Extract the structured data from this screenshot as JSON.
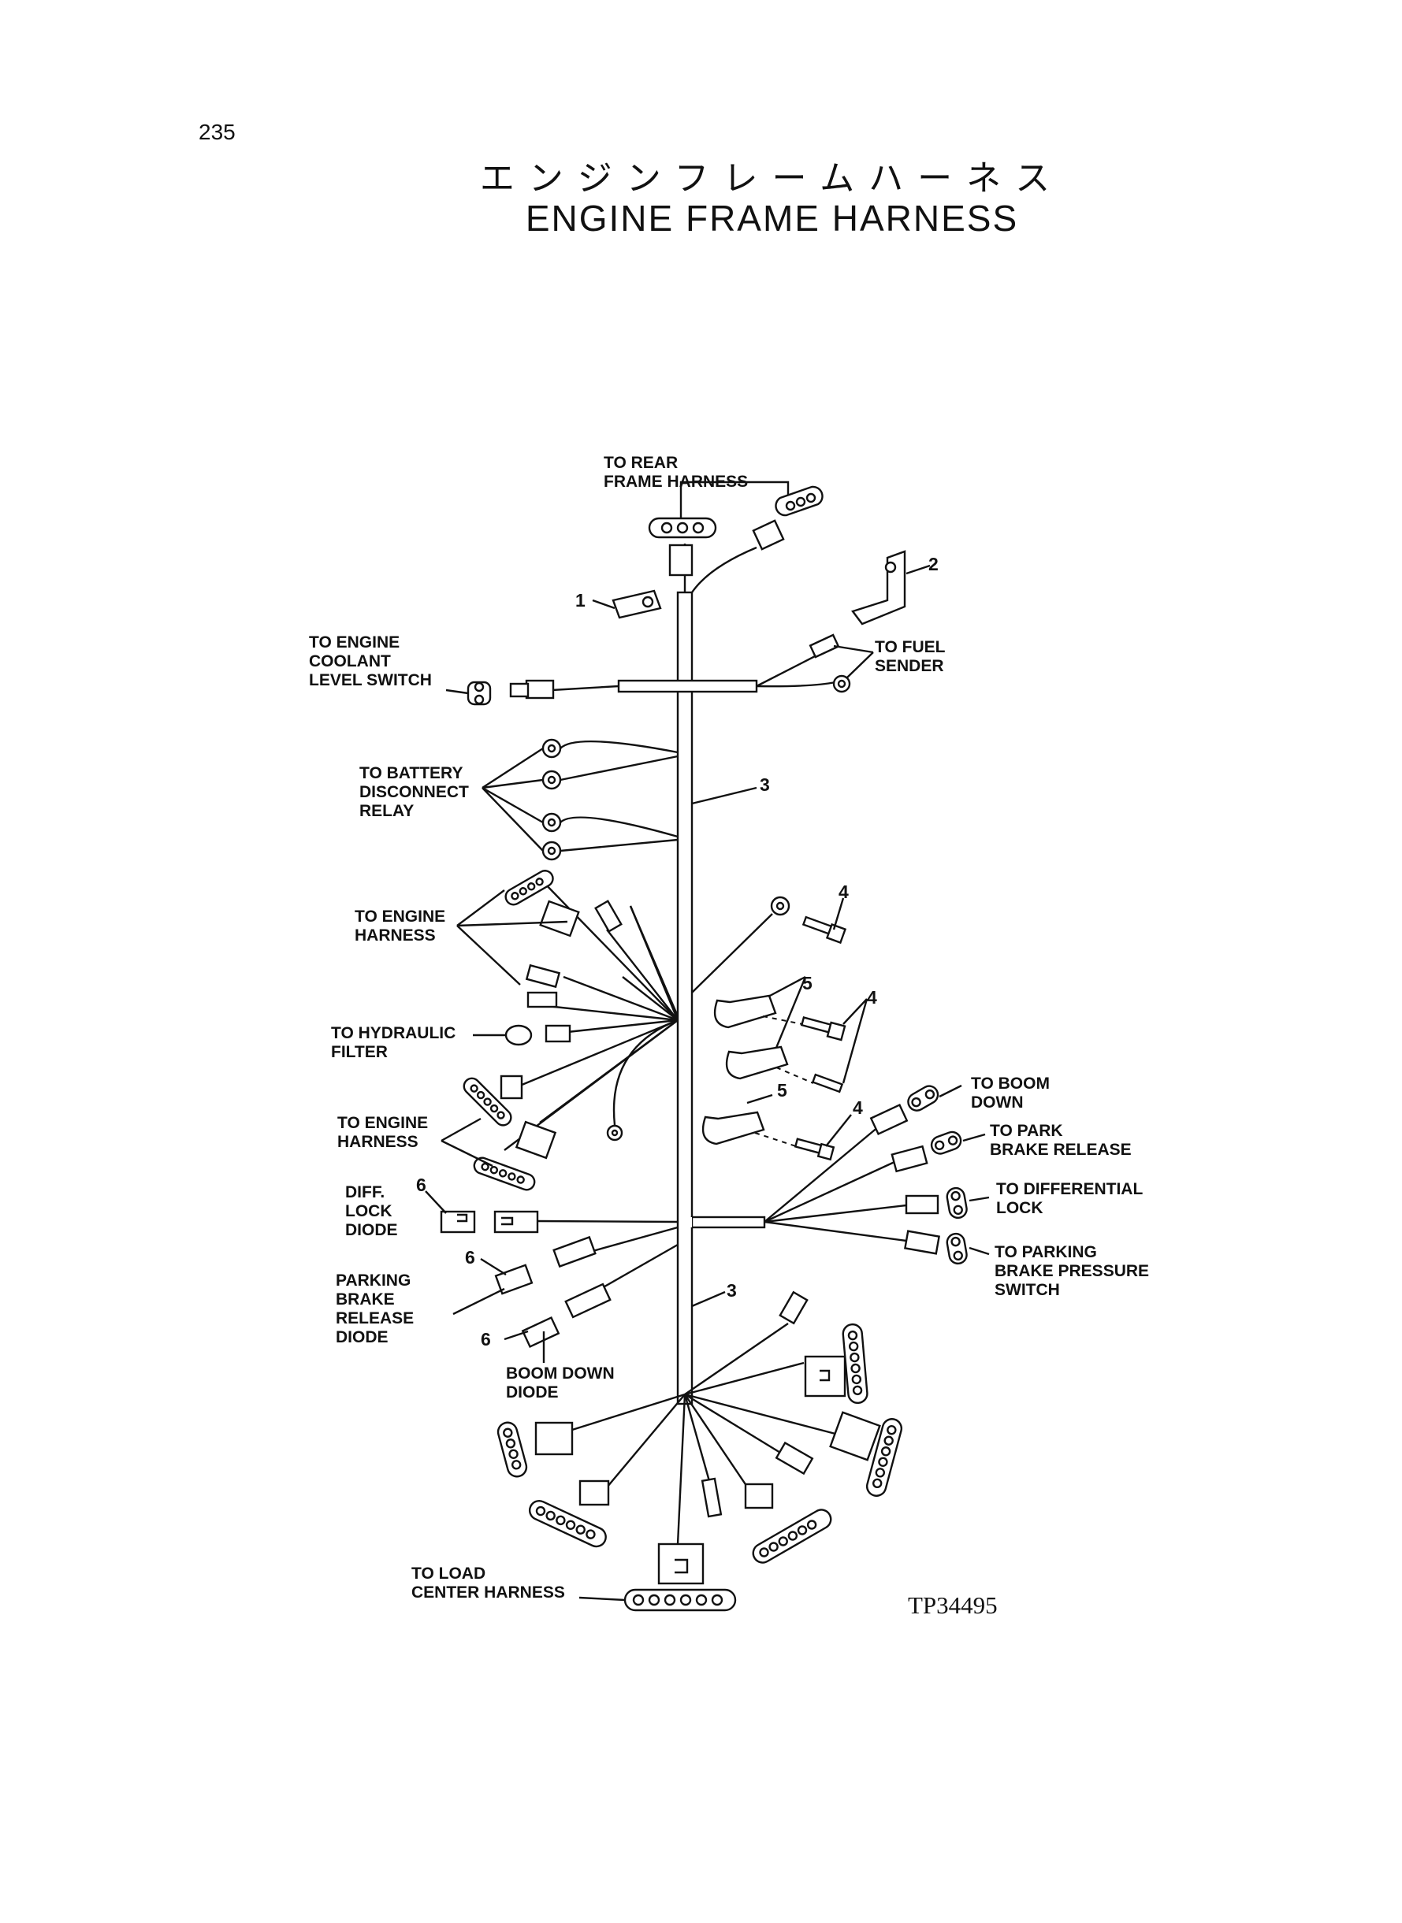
{
  "page_number": "235",
  "title_jp": "エンジンフレームハーネス",
  "title_en": "ENGINE FRAME HARNESS",
  "reference": "TP34495",
  "labels": {
    "rear_frame": [
      "TO REAR",
      "FRAME HARNESS"
    ],
    "coolant": [
      "TO ENGINE",
      "COOLANT",
      "LEVEL SWITCH"
    ],
    "fuel": [
      "TO FUEL",
      "SENDER"
    ],
    "battery": [
      "TO BATTERY",
      "DISCONNECT",
      "RELAY"
    ],
    "engine1": [
      "TO ENGINE",
      "HARNESS"
    ],
    "hydraulic": [
      "TO HYDRAULIC",
      "FILTER"
    ],
    "engine2": [
      "TO ENGINE",
      "HARNESS"
    ],
    "diff_diode": [
      "DIFF.",
      "LOCK",
      "DIODE"
    ],
    "park_diode": [
      "PARKING",
      "BRAKE",
      "RELEASE",
      "DIODE"
    ],
    "boom_diode": [
      "BOOM DOWN",
      "DIODE"
    ],
    "boom_down": [
      "TO BOOM",
      "DOWN"
    ],
    "park_release": [
      "TO PARK",
      "BRAKE RELEASE"
    ],
    "diff_lock": [
      "TO DIFFERENTIAL",
      "LOCK"
    ],
    "park_pressure": [
      "TO PARKING",
      "BRAKE PRESSURE",
      "SWITCH"
    ],
    "load_center": [
      "TO LOAD",
      "CENTER HARNESS"
    ]
  },
  "callouts": {
    "c1": "1",
    "c2": "2",
    "c3a": "3",
    "c3b": "3",
    "c4a": "4",
    "c4b": "4",
    "c4c": "4",
    "c5a": "5",
    "c5b": "5",
    "c6a": "6",
    "c6b": "6",
    "c6c": "6"
  }
}
